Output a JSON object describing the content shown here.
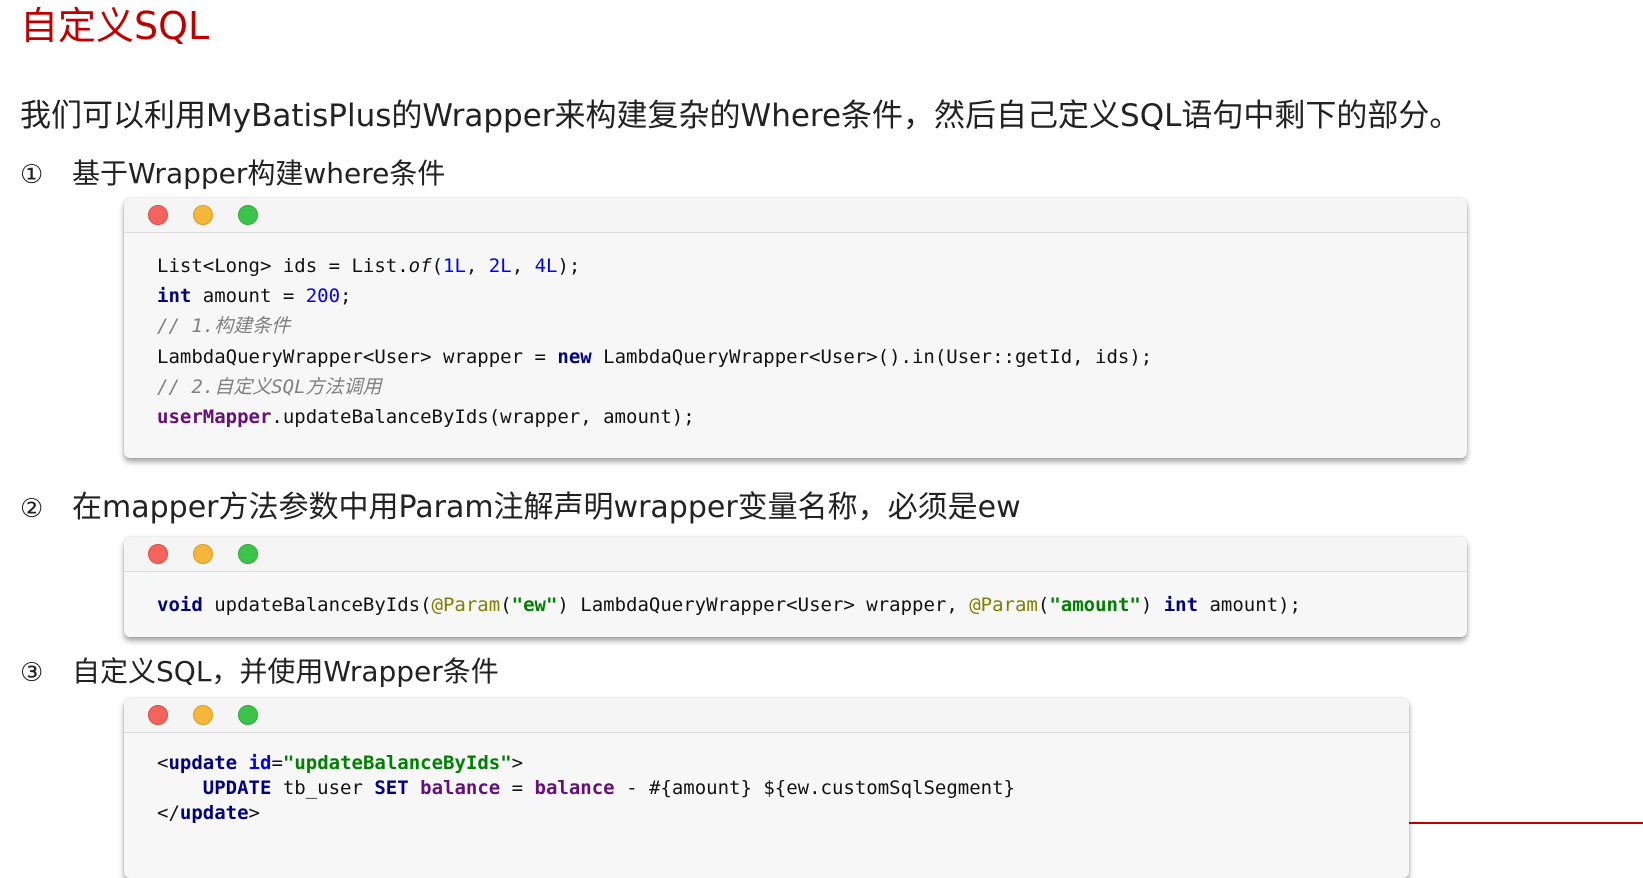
{
  "title": "自定义SQL",
  "intro": "我们可以利用MyBatisPlus的Wrapper来构建复杂的Where条件，然后自己定义SQL语句中剩下的部分。",
  "steps": [
    {
      "num": "①",
      "text": "基于Wrapper构建where条件"
    },
    {
      "num": "②",
      "text": "在mapper方法参数中用Param注解声明wrapper变量名称，必须是ew"
    },
    {
      "num": "③",
      "text": "自定义SQL，并使用Wrapper条件"
    }
  ],
  "code1": {
    "l1": {
      "a": "List<Long> ids = List.",
      "of": "of",
      "b": "(",
      "n1": "1L",
      "c": ", ",
      "n2": "2L",
      "d": ", ",
      "n3": "4L",
      "e": ");"
    },
    "l2": {
      "kw": "int",
      "a": " amount = ",
      "n": "200",
      "b": ";"
    },
    "l3": "// 1.构建条件",
    "l4": {
      "a": "LambdaQueryWrapper<User> wrapper = ",
      "kw": "new",
      "b": " LambdaQueryWrapper<User>().in(User::getId, ids);"
    },
    "l5": "// 2.自定义SQL方法调用",
    "l6": {
      "m": "userMapper",
      "a": ".updateBalanceByIds(wrapper, amount);"
    }
  },
  "code2": {
    "kw1": "void",
    "a": " updateBalanceByIds(",
    "anno1": "@Param",
    "b": "(",
    "s1": "\"ew\"",
    "c": ") LambdaQueryWrapper<User> wrapper, ",
    "anno2": "@Param",
    "d": "(",
    "s2": "\"amount\"",
    "e": ") ",
    "kw2": "int",
    "f": " amount);"
  },
  "code3": {
    "l1": {
      "lt": "<",
      "tag": "update",
      "sp": " ",
      "attr": "id",
      "eq": "=",
      "val": "\"updateBalanceByIds\"",
      "gt": ">"
    },
    "l2": {
      "ind": "    ",
      "k1": "UPDATE",
      "a": " tb_user ",
      "k2": "SET",
      "sp": " ",
      "col1": "balance",
      "b": " = ",
      "col2": "balance",
      "c": " - #{amount} ${ew.customSqlSegment}"
    },
    "l3": {
      "lt": "</",
      "tag": "update",
      "gt": ">"
    }
  },
  "colors": {
    "title": "#c00000",
    "keyword": "#000080",
    "number": "#0000ff",
    "comment": "#808080",
    "annotation": "#808000",
    "string": "#008000",
    "field": "#660e7a"
  }
}
